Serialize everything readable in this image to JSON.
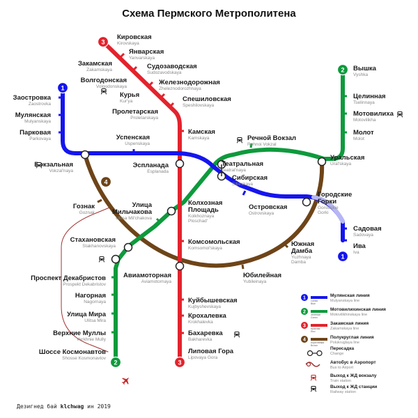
{
  "title": "Схема Пермского Метрополитена",
  "footer": {
    "prefix": "Дезигнед бай ",
    "author": "klchwag",
    "suffix": " ин 2019"
  },
  "colors": {
    "line1": "#1515ee",
    "line2": "#0e9a3c",
    "line3": "#e3232c",
    "line4": "#6e4418",
    "bus": "#a23030"
  },
  "lines": [
    {
      "num": "1",
      "name": "Мулянская линия",
      "name_en": "Mulyanskaya line",
      "short": "Синяя",
      "short2": "Blue",
      "color": "#1515ee"
    },
    {
      "num": "2",
      "name": "Мотовилихинская линия",
      "name_en": "Motovilikhinskaya line",
      "short": "Зелёная",
      "short2": "Green",
      "color": "#0e9a3c"
    },
    {
      "num": "3",
      "name": "Закамская линия",
      "name_en": "Zakamskaya line",
      "short": "Красная",
      "short2": "Red",
      "color": "#e3232c"
    },
    {
      "num": "4",
      "name": "Полукруглая линия",
      "name_en": "Polukruglaya line",
      "short": "Коричневая",
      "short2": "Brown",
      "color": "#6e4418"
    }
  ],
  "legend": {
    "transfer": {
      "ru": "Пересадка",
      "en": "Change"
    },
    "bus": {
      "ru": "Автобус в Аэропорт",
      "en": "Bus to Airport"
    },
    "train_exit": {
      "ru": "Выход к ЖД вокзалу",
      "en": "Train station"
    },
    "railway_exit": {
      "ru": "Выход к ЖД станции",
      "en": "Railway station"
    }
  },
  "stations": [
    {
      "ru": "Кировская",
      "en": "Kirovskaya"
    },
    {
      "ru": "Январская",
      "en": "Yanvarskaya"
    },
    {
      "ru": "Судозаводская",
      "en": "Sudozavodskaya"
    },
    {
      "ru": "Железнодорожная",
      "en": "Zheleznodorozhnaya"
    },
    {
      "ru": "Закамская",
      "en": "Zakamskaya"
    },
    {
      "ru": "Волгодонская",
      "en": "Volgodonskaya"
    },
    {
      "ru": "Курья",
      "en": "Kur'ya"
    },
    {
      "ru": "Спешиловская",
      "en": "Speshilovskaya"
    },
    {
      "ru": "Пролетарская",
      "en": "Proletarskaya"
    },
    {
      "ru": "Заостровка",
      "en": "Zaostrovka"
    },
    {
      "ru": "Мулянская",
      "en": "Mulyanskaya"
    },
    {
      "ru": "Парковая",
      "en": "Parkovaya"
    },
    {
      "ru": "Успенская",
      "en": "Uspenskaya"
    },
    {
      "ru": "Камская",
      "en": "Kamskaya"
    },
    {
      "ru": "Речной Вокзал",
      "en": "Rehnoi Vokzal"
    },
    {
      "ru": "Вышка",
      "en": "Vyshka"
    },
    {
      "ru": "Целинная",
      "en": "Tselinnaya"
    },
    {
      "ru": "Мотовилиха",
      "en": "Motovilikha"
    },
    {
      "ru": "Молот",
      "en": "Molot"
    },
    {
      "ru": "Уральская",
      "en": "Ural'skaya"
    },
    {
      "ru": "Вокзальная",
      "en": "Vokzal'naya"
    },
    {
      "ru": "Эспланада",
      "en": "Esplanada"
    },
    {
      "ru": "Театральная",
      "en": "Teatral'naya"
    },
    {
      "ru": "Сибирская",
      "en": "Sibirskaya"
    },
    {
      "ru": "Гознак",
      "en": "Goznak"
    },
    {
      "ru": "Улица",
      "ru2": "Мильчакова",
      "en": "Ulitsa Mil'chakova"
    },
    {
      "ru": "Колхозная",
      "ru2": "Площадь",
      "en": "Kolkhoznaya",
      "en2": "Ploschad'"
    },
    {
      "ru": "Островская",
      "en": "Ostrovskaya"
    },
    {
      "ru": "Городские",
      "ru2": "Горки",
      "en": "Gorodskie",
      "en2": "Gorki"
    },
    {
      "ru": "Садовая",
      "en": "Sadovaya"
    },
    {
      "ru": "Стахановская",
      "en": "Stakhanovskaya"
    },
    {
      "ru": "Комсомольская",
      "en": "Komsomol'skaya"
    },
    {
      "ru": "Ива",
      "en": "Iva"
    },
    {
      "ru": "Южная",
      "ru2": "Дамба",
      "en": "Yuzhnaya",
      "en2": "Damba"
    },
    {
      "ru": "Проспект Декабристов",
      "en": "Prospekt Dekabristov"
    },
    {
      "ru": "Авиамоторная",
      "en": "Aviamotornaya"
    },
    {
      "ru": "Юбилейная",
      "en": "Yubileinaya"
    },
    {
      "ru": "Нагорная",
      "en": "Nagornaya"
    },
    {
      "ru": "Куйбышевская",
      "en": "Kujbyshevskaya"
    },
    {
      "ru": "Улица Мира",
      "en": "Ulitsa Mira"
    },
    {
      "ru": "Крохалевка",
      "en": "Krokhalevka"
    },
    {
      "ru": "Верхние Муллы",
      "en": "Verkhnie Mully"
    },
    {
      "ru": "Бахаревка",
      "en": "Bakharevka"
    },
    {
      "ru": "Шоссе Космонавтов",
      "en": "Shosse Kosmonavtov"
    },
    {
      "ru": "Липовая Гора",
      "en": "Lipovaya Gora"
    }
  ]
}
